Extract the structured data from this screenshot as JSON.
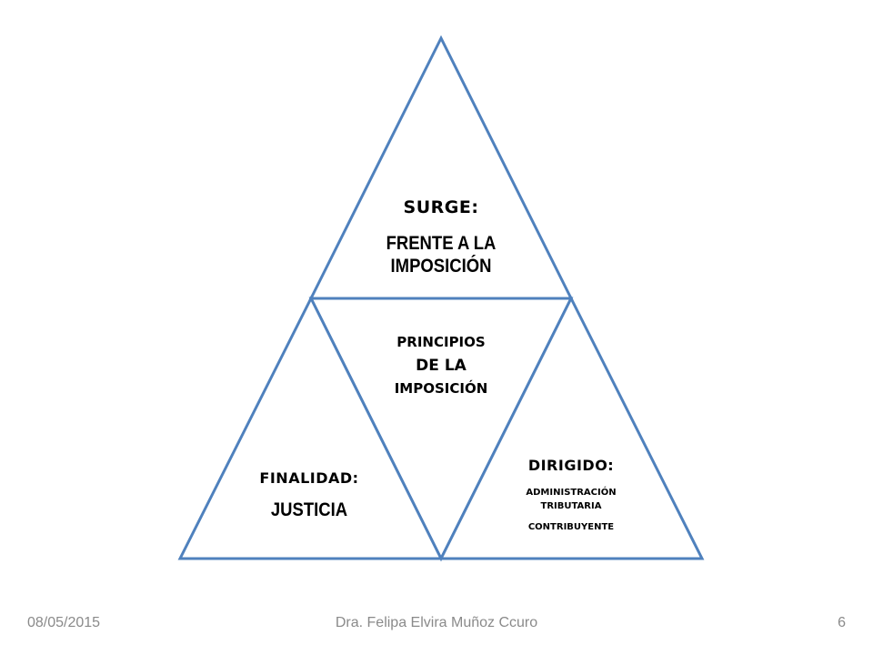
{
  "diagram": {
    "line_color": "#4f81bd",
    "top": {
      "heading": "SURGE:",
      "line1": "FRENTE A LA",
      "line2": "IMPOSICIÓN"
    },
    "center": {
      "line1": "PRINCIPIOS",
      "line2": "DE LA",
      "line3": "IMPOSICIÓN"
    },
    "left": {
      "heading": "FINALIDAD:",
      "line1": "JUSTICIA"
    },
    "right": {
      "heading": "DIRIGIDO:",
      "line1": "ADMINISTRACIÓN",
      "line2": "TRIBUTARIA",
      "line3": "CONTRIBUYENTE"
    }
  },
  "footer": {
    "date": "08/05/2015",
    "author": "Dra. Felipa Elvira Muñoz Ccuro",
    "page": "6"
  }
}
